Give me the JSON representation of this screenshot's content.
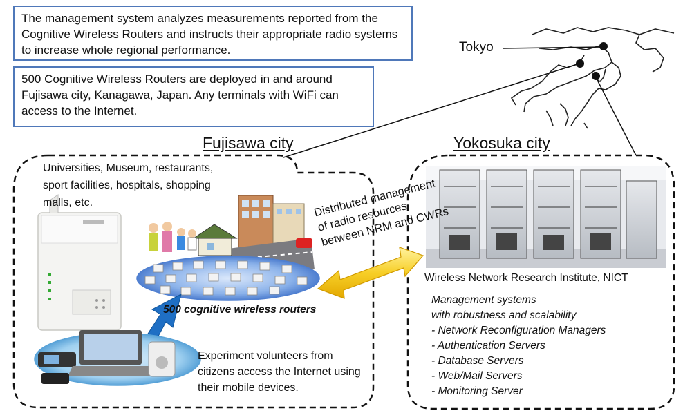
{
  "info_boxes": {
    "management": "The management system analyzes measurements reported from the Cognitive Wireless Routers and instructs their appropriate radio systems to increase whole regional performance.",
    "deployment": "500 Cognitive Wireless Routers are deployed in and around Fujisawa city, Kanagawa, Japan. Any terminals with WiFi can access to the Internet."
  },
  "map": {
    "tokyo_label": "Tokyo"
  },
  "fujisawa": {
    "title": "Fujisawa city",
    "venues": "Universities, Museum, restaurants, sport facilities, hospitals, shopping malls, etc.",
    "router_count_label": "500 cognitive wireless routers",
    "volunteers": "Experiment volunteers from citizens access the Internet using their mobile devices."
  },
  "distributed": {
    "line1": "Distributed management",
    "line2": "of radio resources",
    "line3": "between NRM and CWRs"
  },
  "yokosuka": {
    "title": "Yokosuka city",
    "institute": "Wireless Network Research Institute, NICT",
    "mgmt_heading_1": "Management systems",
    "mgmt_heading_2": "with robustness and scalability",
    "mgmt_items": [
      "- Network Reconfiguration Managers",
      "- Authentication Servers",
      "- Database Servers",
      "- Web/Mail Servers",
      "- Monitoring Server"
    ]
  },
  "colors": {
    "box_border": "#4f78b9",
    "arrow_yellow": "#f5c518",
    "arrow_blue": "#1f6fc4",
    "ellipse_blue": "#5b8fd8"
  }
}
